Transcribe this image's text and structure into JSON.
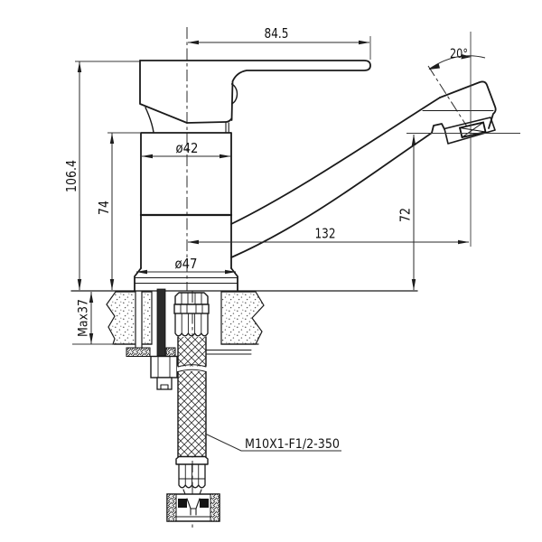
{
  "dimensions": {
    "handle_reach": "84.5",
    "spout_angle": "20°",
    "body_diameter": "ø42",
    "overall_height": "106.4",
    "body_height": "74",
    "spout_height": "72",
    "spout_reach": "132",
    "base_diameter": "ø47",
    "max_mounting_thickness": "Max37",
    "hose_spec": "M10X1-F1/2-350"
  }
}
